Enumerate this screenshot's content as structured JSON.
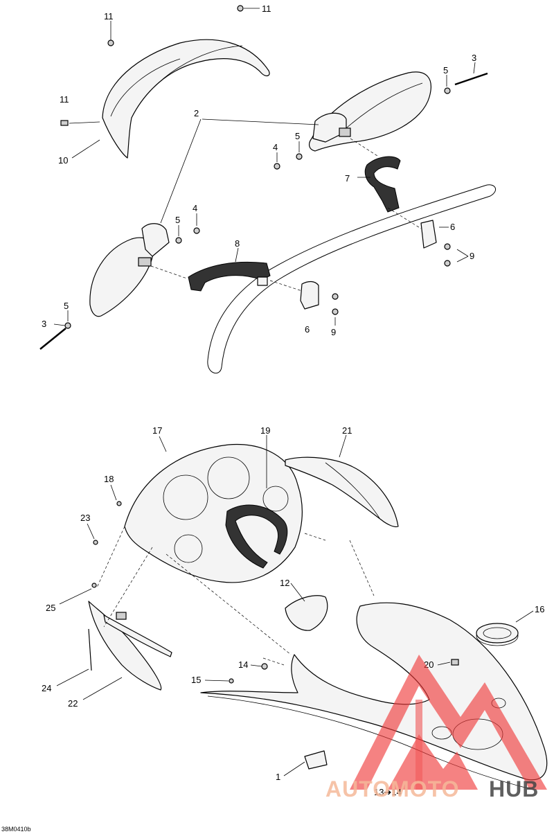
{
  "callouts": [
    {
      "id": "c11a",
      "label": "11"
    },
    {
      "id": "c11b",
      "label": "11"
    },
    {
      "id": "c11c",
      "label": "11"
    },
    {
      "id": "c10",
      "label": "10"
    },
    {
      "id": "c2",
      "label": "2"
    },
    {
      "id": "c3a",
      "label": "3"
    },
    {
      "id": "c5a",
      "label": "5"
    },
    {
      "id": "c5b",
      "label": "5"
    },
    {
      "id": "c4a",
      "label": "4"
    },
    {
      "id": "c7",
      "label": "7"
    },
    {
      "id": "c6a",
      "label": "6"
    },
    {
      "id": "c9a",
      "label": "9"
    },
    {
      "id": "c5c",
      "label": "5"
    },
    {
      "id": "c4b",
      "label": "4"
    },
    {
      "id": "c8",
      "label": "8"
    },
    {
      "id": "c5d",
      "label": "5"
    },
    {
      "id": "c3b",
      "label": "3"
    },
    {
      "id": "c6b",
      "label": "6"
    },
    {
      "id": "c9b",
      "label": "9"
    },
    {
      "id": "c17",
      "label": "17"
    },
    {
      "id": "c19",
      "label": "19"
    },
    {
      "id": "c21",
      "label": "21"
    },
    {
      "id": "c18",
      "label": "18"
    },
    {
      "id": "c23",
      "label": "23"
    },
    {
      "id": "c12",
      "label": "12"
    },
    {
      "id": "c16",
      "label": "16"
    },
    {
      "id": "c25",
      "label": "25"
    },
    {
      "id": "c14",
      "label": "14"
    },
    {
      "id": "c20",
      "label": "20"
    },
    {
      "id": "c15",
      "label": "15"
    },
    {
      "id": "c24",
      "label": "24"
    },
    {
      "id": "c22",
      "label": "22"
    },
    {
      "id": "c1",
      "label": "1"
    }
  ],
  "note_13_14": "13➔14",
  "drawing_code": "38M0410b",
  "watermark": {
    "text_part1": "AUTOMOTO",
    "text_part2": "HUB",
    "color_light": "#f5b99a",
    "color_dark": "#444444",
    "logo_color": "#ef3b3b"
  }
}
